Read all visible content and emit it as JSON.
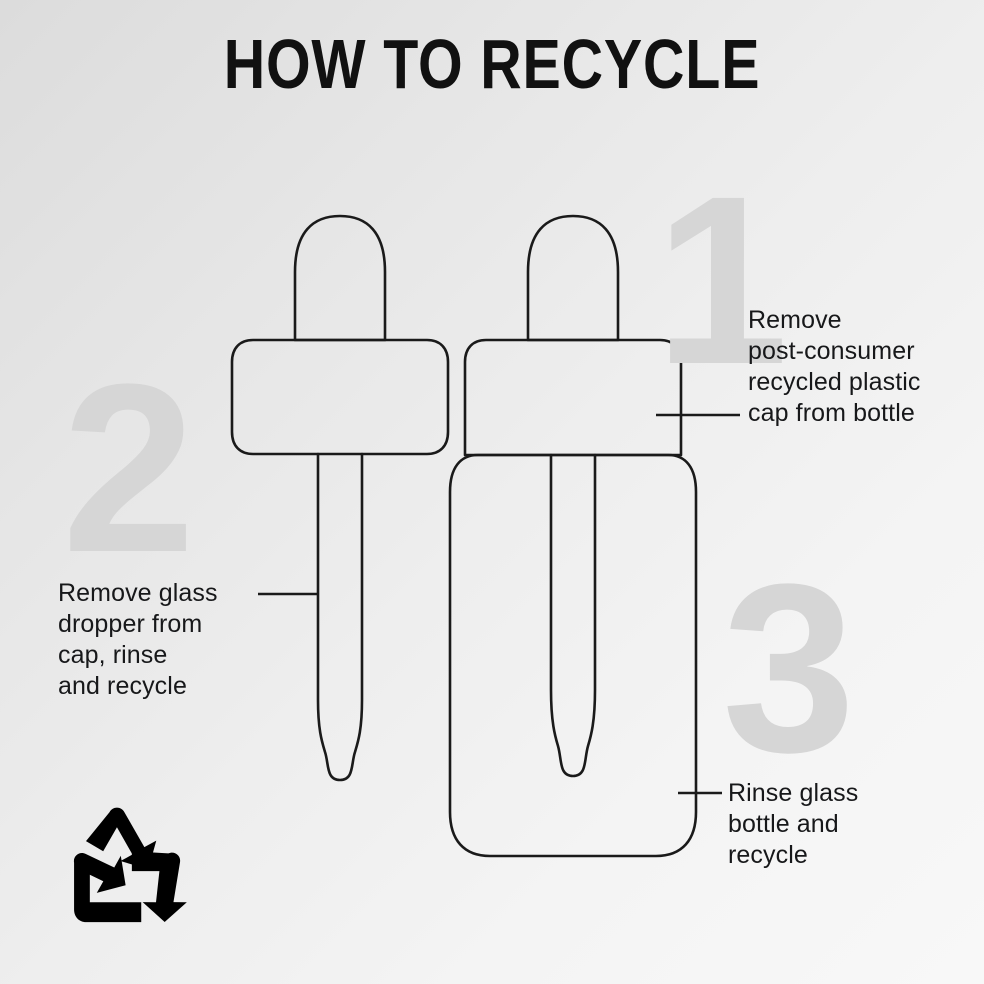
{
  "page": {
    "title": "HOW TO RECYCLE",
    "background_top_color": "#dcdcdc",
    "background_bottom_color": "#f8f8f8",
    "ink_color": "#1a1a1a",
    "numeral_color": "#d6d6d6"
  },
  "steps": [
    {
      "number": "1",
      "caption": "Remove\npost-consumer\nrecycled plastic\ncap from bottle"
    },
    {
      "number": "2",
      "caption": "Remove glass\ndropper from\ncap, rinse\nand recycle"
    },
    {
      "number": "3",
      "caption": "Rinse glass\nbottle and\nrecycle"
    }
  ],
  "illustrations": {
    "left_object": "dropper-cap-with-glass-pipette",
    "right_object": "glass-bottle-with-dropper-cap"
  },
  "footer": {
    "recycle_symbol": "mobius-recycling-triangle"
  }
}
